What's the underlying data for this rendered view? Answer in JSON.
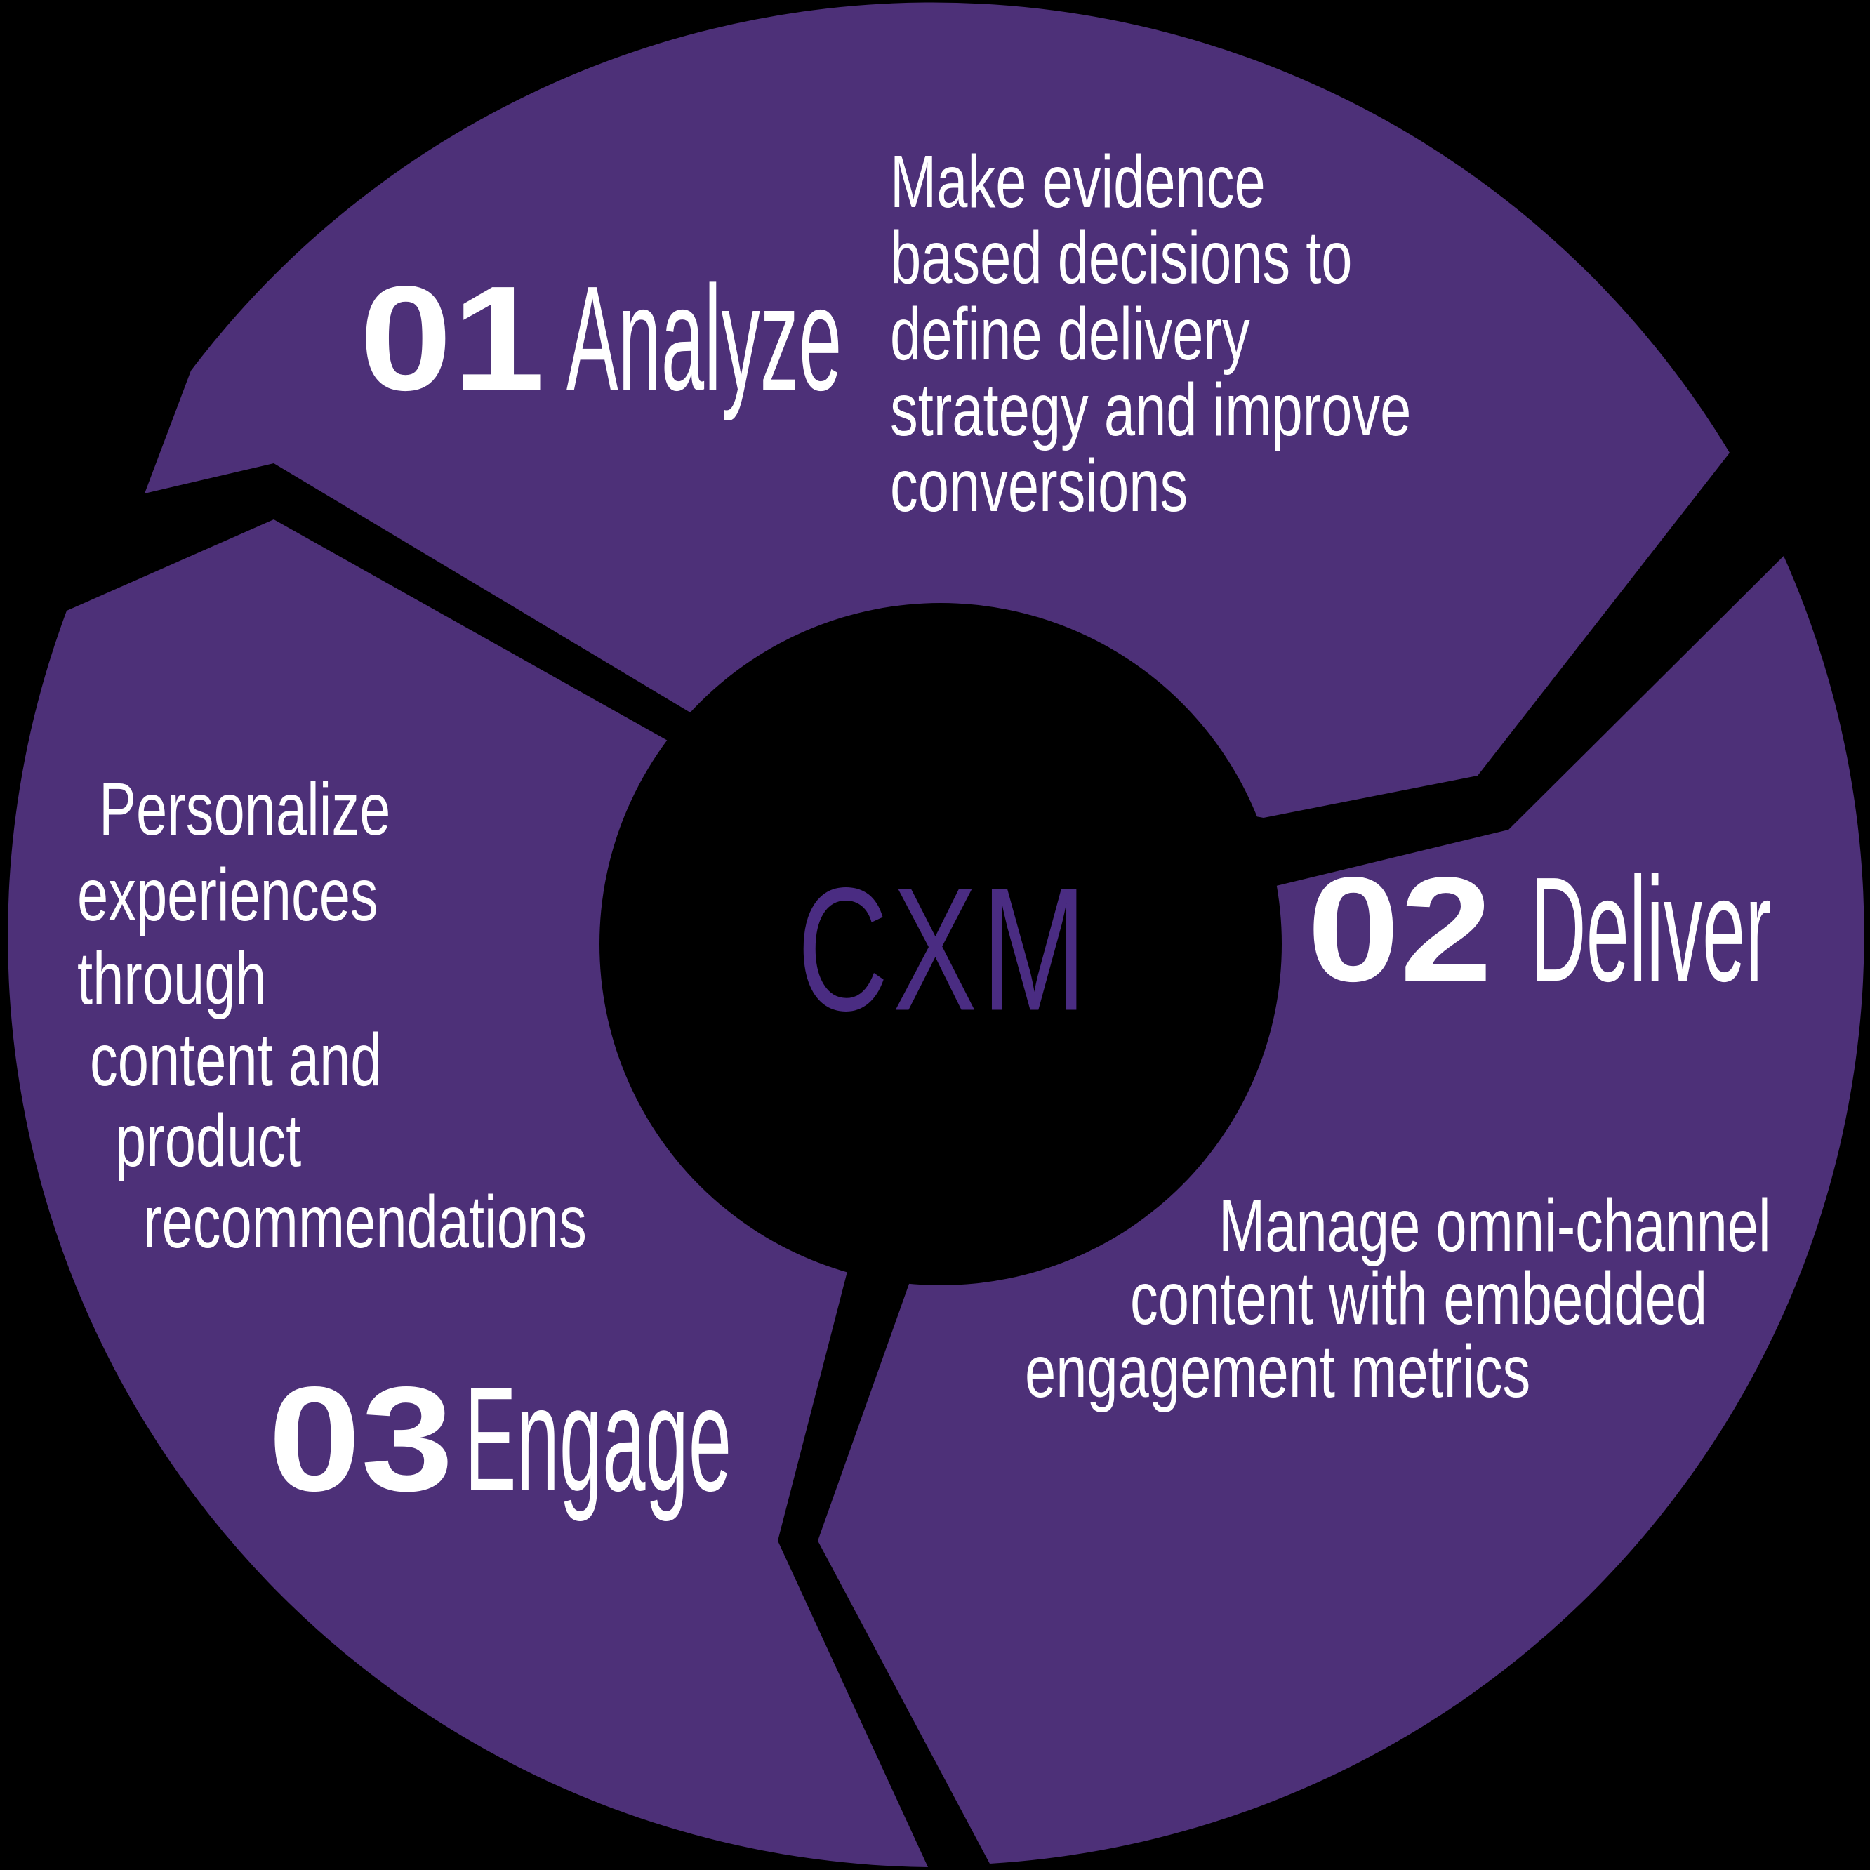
{
  "title": "CXM cycle diagram",
  "colors": {
    "background": "#000000",
    "segment_fill": "#4D3078",
    "center_label_text": "#4A2C82",
    "step_text": "#FFFFFF"
  },
  "center": {
    "label": "CXM"
  },
  "steps": [
    {
      "number": "01",
      "name": "Analyze",
      "description": "Make evidence based decisions to define delivery strategy and improve conversions",
      "desc_lines": [
        "Make evidence",
        "based decisions to",
        "define delivery",
        "strategy and improve",
        "conversions"
      ]
    },
    {
      "number": "02",
      "name": "Deliver",
      "description": "Manage omni-channel content with embedded engagement metrics",
      "desc_lines": [
        "Manage omni-channel",
        "content with embedded",
        "engagement metrics"
      ]
    },
    {
      "number": "03",
      "name": "Engage",
      "description": "Personalize experiences through content and product recommendations",
      "desc_lines": [
        "Personalize",
        "experiences",
        "through",
        "content and",
        "product",
        "recommendations"
      ]
    }
  ]
}
